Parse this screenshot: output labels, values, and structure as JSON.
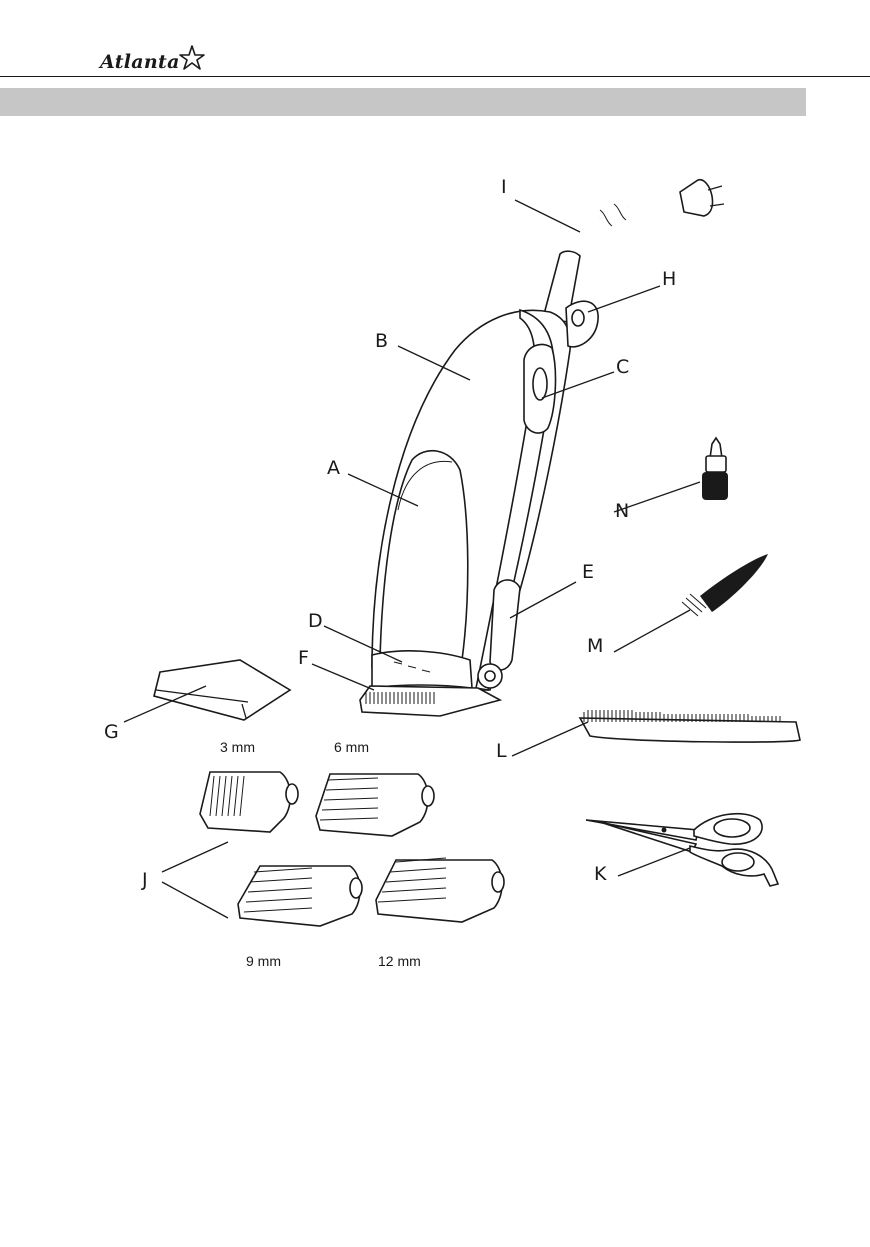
{
  "header": {
    "brand": "Atlanta"
  },
  "callouts": {
    "A": "A",
    "B": "B",
    "C": "C",
    "D": "D",
    "E": "E",
    "F": "F",
    "G": "G",
    "H": "H",
    "I": "I",
    "J": "J",
    "K": "K",
    "L": "L",
    "M": "M",
    "N": "N"
  },
  "attachments": {
    "size_3": "3 mm",
    "size_6": "6 mm",
    "size_9": "9 mm",
    "size_12": "12 mm"
  },
  "icons": {
    "brand_star": "star-outline-icon"
  }
}
